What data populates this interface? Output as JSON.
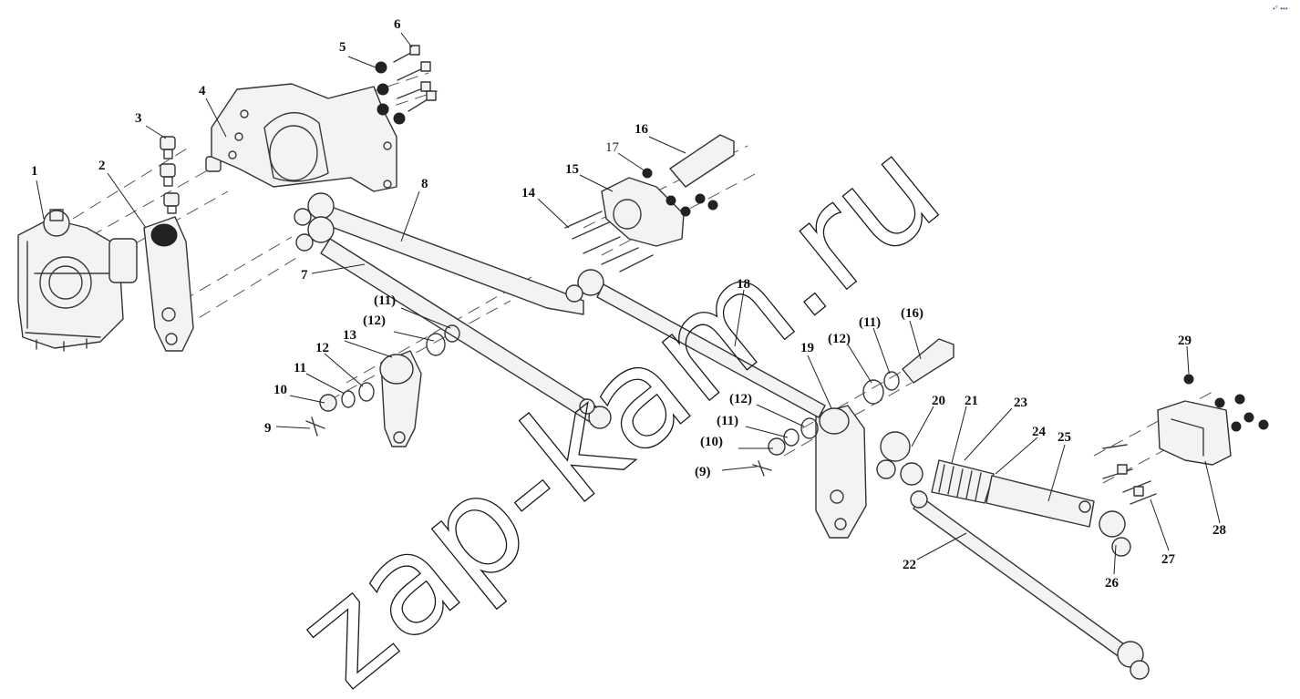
{
  "watermark": "zap-kam.ru",
  "corner_mark": "•° •••",
  "callouts": {
    "c1": "1",
    "c2": "2",
    "c3": "3",
    "c4": "4",
    "c5": "5",
    "c6": "6",
    "c7": "7",
    "c8": "8",
    "c9": "9",
    "c10": "10",
    "c11": "11",
    "c12": "12",
    "c13": "13",
    "c14": "14",
    "c15": "15",
    "c16": "16",
    "c17": "17",
    "c18": "18",
    "c19": "19",
    "c20": "20",
    "c21": "21",
    "c22": "22",
    "c23": "23",
    "c24": "24",
    "c25": "25",
    "c26": "26",
    "c27": "27",
    "c28": "28",
    "c29": "29",
    "c9p": "(9)",
    "c10p": "(10)",
    "c11p_top": "(11)",
    "c11p_mid": "(11)",
    "c11p_right": "(11)",
    "c12p_top": "(12)",
    "c12p_mid": "(12)",
    "c12p_right": "(12)",
    "c16p": "(16)"
  }
}
